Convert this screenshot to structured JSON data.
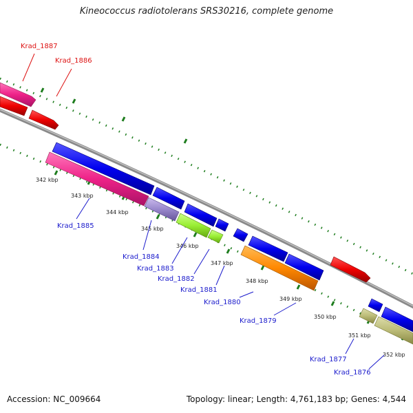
{
  "title": "Kineococcus radiotolerans SRS30216, complete genome",
  "footer": {
    "accession": "Accession: NC_009664",
    "summary": "Topology: linear; Length: 4,761,183 bp; Genes: 4,544"
  },
  "colors": {
    "backbone": "#8a8a8a",
    "tick": "#1e7d1e",
    "reverse_label": "#1a1acc",
    "forward_label": "#dd1111",
    "blue": "#0000ee",
    "red": "#ee0000",
    "pink": "#ee2288",
    "lavender": "#9988cc",
    "lime": "#99ee33",
    "orange": "#ff8800",
    "khaki": "#bbbb77"
  },
  "scale_labels": [
    "342 kbp",
    "343 kbp",
    "344 kbp",
    "345 kbp",
    "346 kbp",
    "347 kbp",
    "348 kbp",
    "349 kbp",
    "350 kbp",
    "351 kbp",
    "352 kbp"
  ],
  "labels": {
    "Krad_1887": "Krad_1887",
    "Krad_1886": "Krad_1886",
    "Krad_1885": "Krad_1885",
    "Krad_1884": "Krad_1884",
    "Krad_1883": "Krad_1883",
    "Krad_1882": "Krad_1882",
    "Krad_1881": "Krad_1881",
    "Krad_1880": "Krad_1880",
    "Krad_1879": "Krad_1879",
    "Krad_1877": "Krad_1877",
    "Krad_1876": "Krad_1876"
  }
}
